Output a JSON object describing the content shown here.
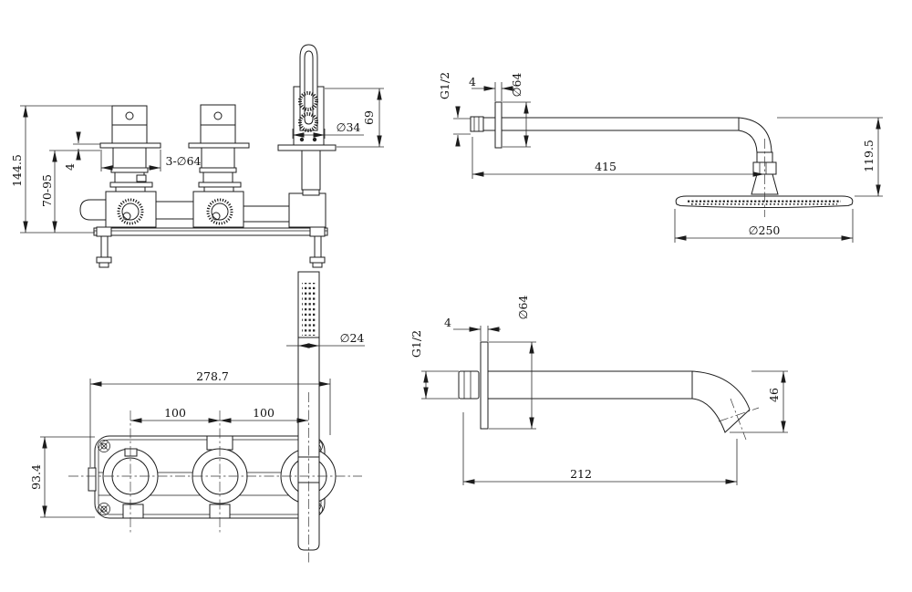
{
  "drawing": {
    "background": "#ffffff",
    "line_color": "#1c1c1c",
    "views": {
      "mixer_front": {
        "dims": {
          "overall_height": "144.5",
          "wall_depth_range": "70-95",
          "flange_thickness": "4",
          "escutcheons": "3-∅64",
          "holder_width": "∅34",
          "holder_height": "69"
        }
      },
      "hand_shower": {
        "dims": {
          "wand_diameter": "∅24"
        }
      },
      "mixer_plan": {
        "dims": {
          "overall_width": "278.7",
          "valve_spacing_left": "100",
          "valve_spacing_right": "100",
          "body_depth": "93.4"
        }
      },
      "shower_arm": {
        "dims": {
          "thread_size": "G1/2",
          "flange_thickness": "4",
          "flange_diameter": "∅64",
          "arm_length": "415",
          "head_drop": "119.5",
          "head_diameter": "∅250"
        }
      },
      "wall_spout": {
        "dims": {
          "thread_size": "G1/2",
          "flange_thickness": "4",
          "flange_diameter": "∅64",
          "spout_length": "212",
          "spout_drop": "46"
        }
      }
    }
  }
}
